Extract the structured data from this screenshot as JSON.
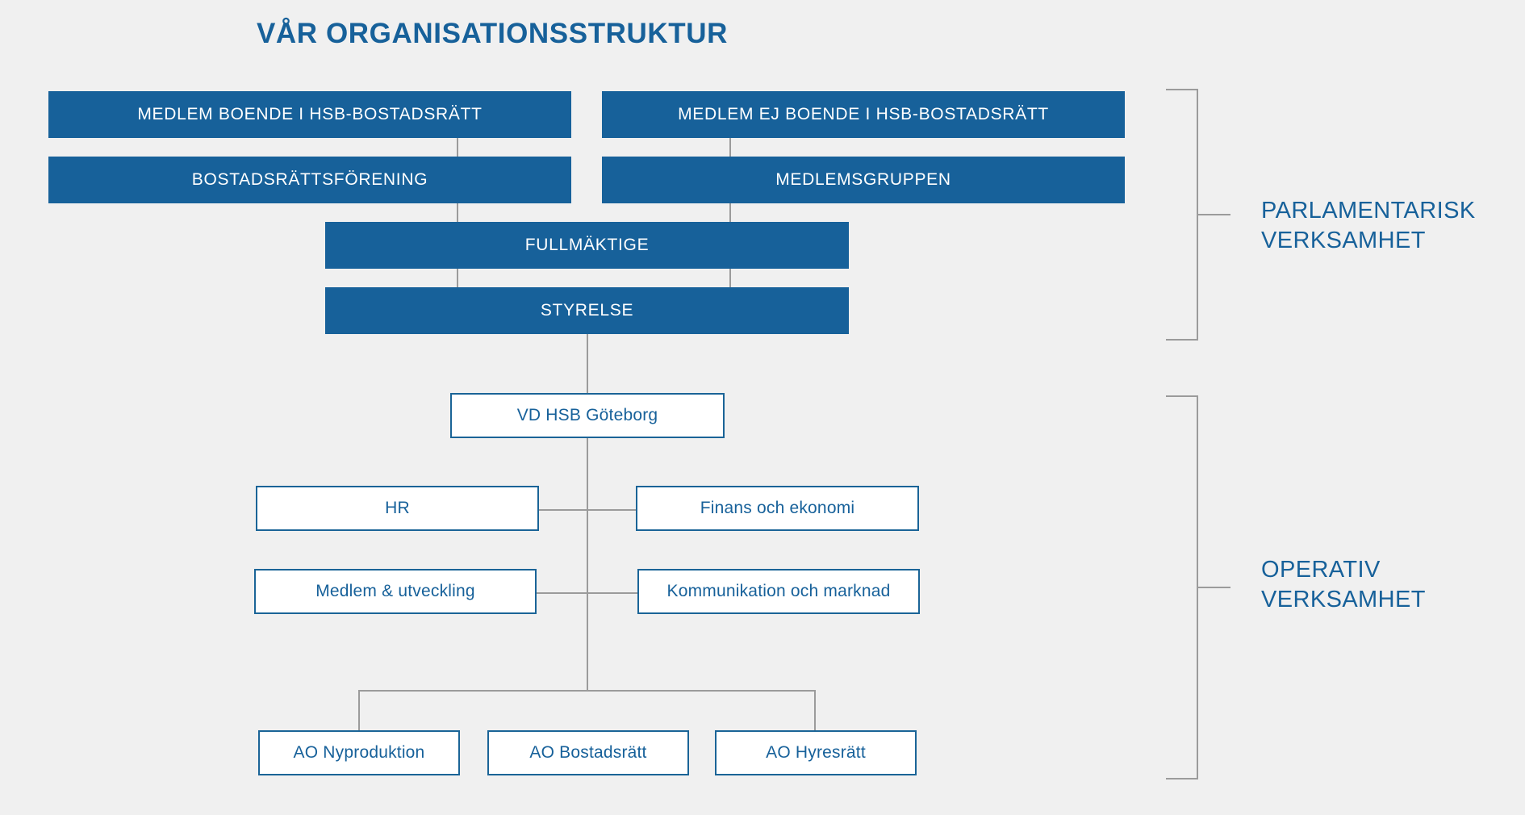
{
  "page": {
    "title": "VÅR ORGANISATIONSSTRUKTUR",
    "background_color": "#F0F0F0",
    "accent_color": "#17619A",
    "connector_color": "#9B9B9B"
  },
  "parliamentary": {
    "label": "PARLAMENTARISK\nVERKSAMHET",
    "boxes": [
      {
        "id": "medlem-boende",
        "label": "MEDLEM BOENDE I HSB-BOSTADSRÄTT"
      },
      {
        "id": "medlem-ej-boende",
        "label": "MEDLEM EJ BOENDE I HSB-BOSTADSRÄTT"
      },
      {
        "id": "bostadsrattsforening",
        "label": "BOSTADSRÄTTSFÖRENING"
      },
      {
        "id": "medlemsgruppen",
        "label": "MEDLEMSGRUPPEN"
      },
      {
        "id": "fullmaktige",
        "label": "FULLMÄKTIGE"
      },
      {
        "id": "styrelse",
        "label": "STYRELSE"
      }
    ]
  },
  "operative": {
    "label": "OPERATIV\nVERKSAMHET",
    "boxes": [
      {
        "id": "vd",
        "label": "VD HSB Göteborg"
      },
      {
        "id": "hr",
        "label": "HR"
      },
      {
        "id": "finans-och-ekonomi",
        "label": "Finans och ekonomi"
      },
      {
        "id": "medlem-utveckling",
        "label": "Medlem & utveckling"
      },
      {
        "id": "kommunikation-marknad",
        "label": "Kommunikation och marknad"
      },
      {
        "id": "ao-nyproduktion",
        "label": "AO Nyproduktion"
      },
      {
        "id": "ao-bostadsratt",
        "label": "AO Bostadsrätt"
      },
      {
        "id": "ao-hyresratt",
        "label": "AO Hyresrätt"
      }
    ]
  }
}
